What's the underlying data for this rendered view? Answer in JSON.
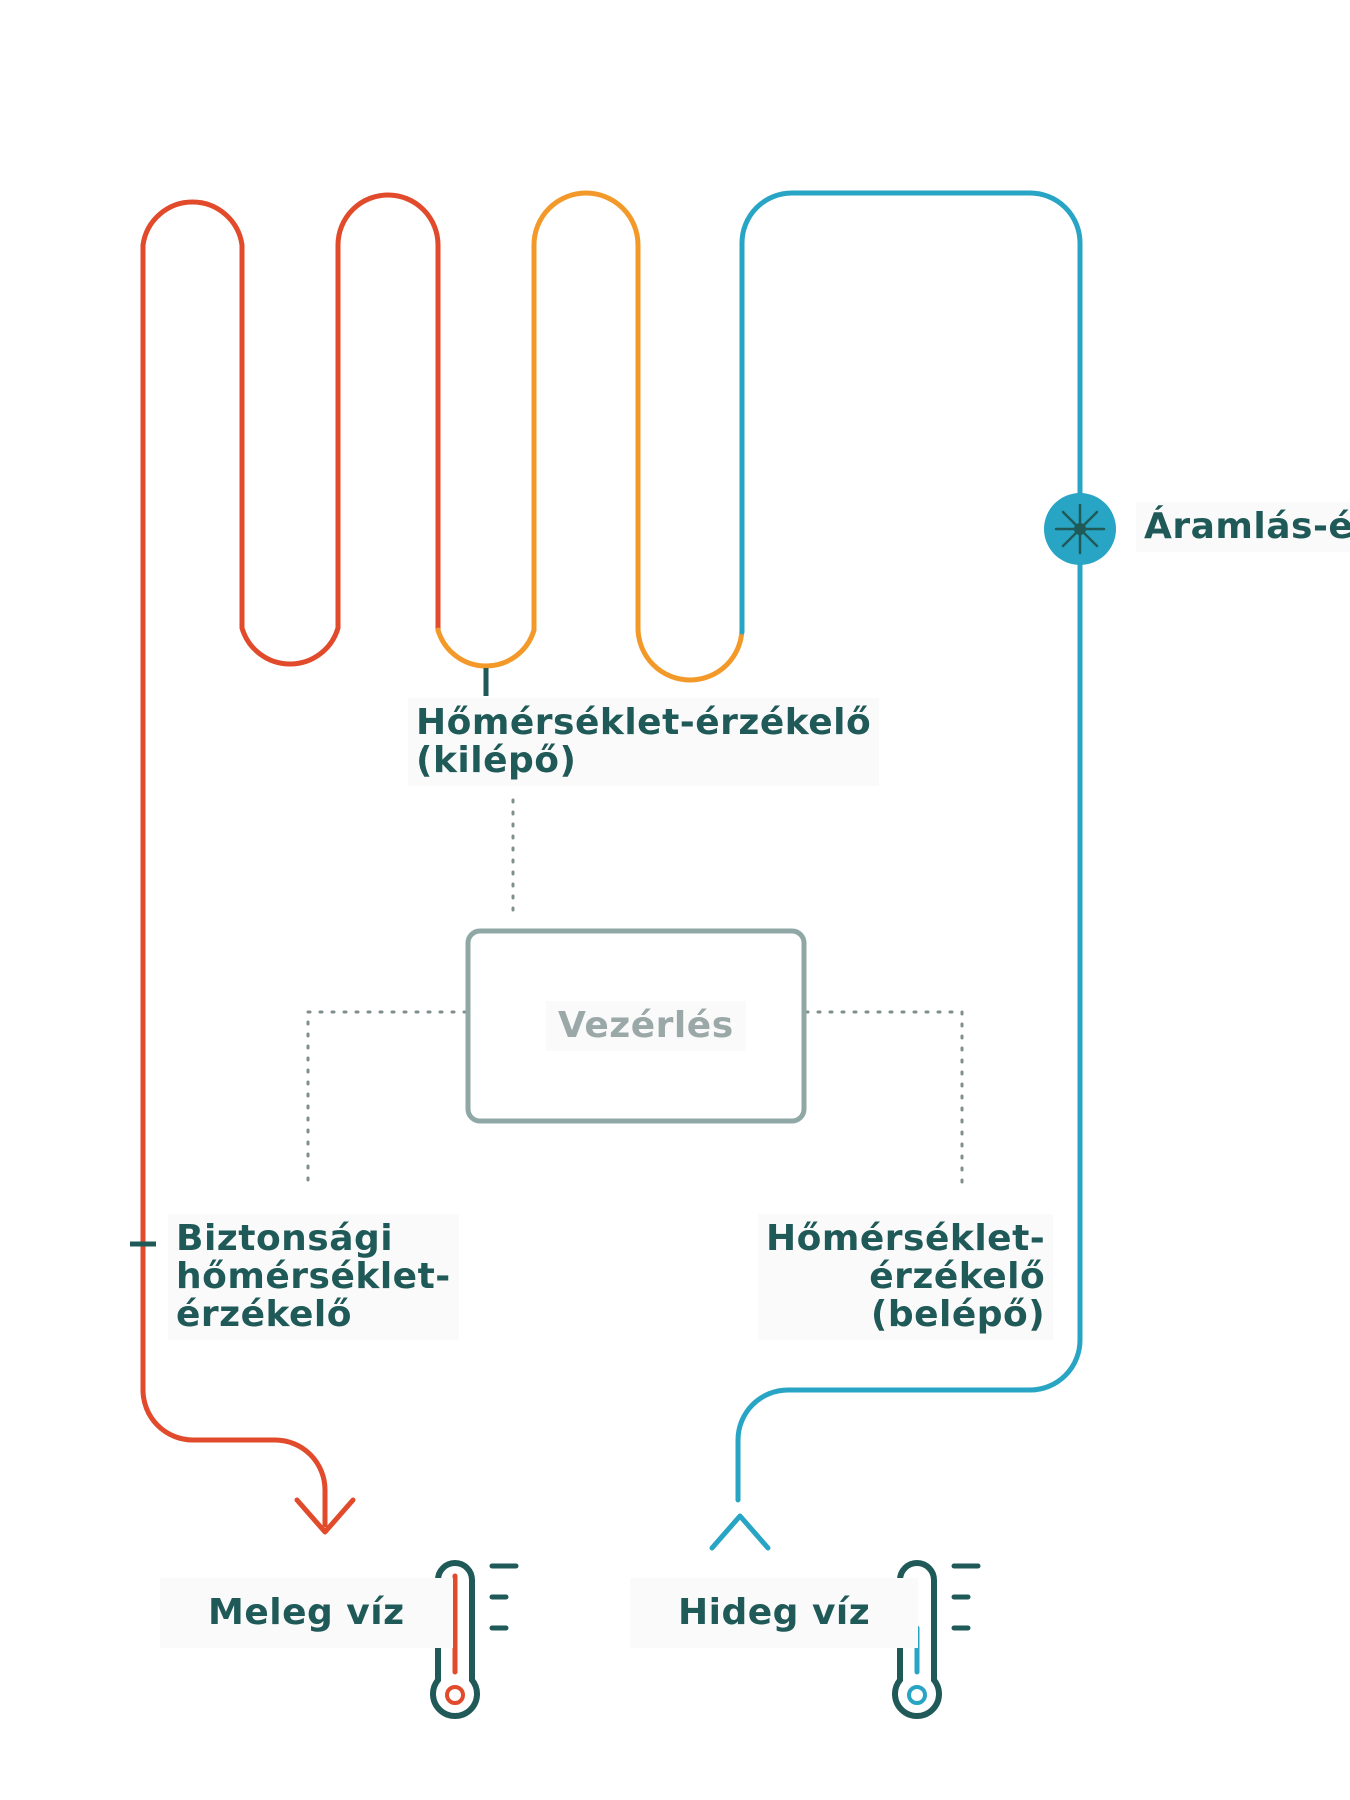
{
  "labels": {
    "outlet_sensor": [
      "Hőmérséklet-érzékelő",
      "(kilépő)"
    ],
    "flow_sensor": "Áramlás-ér",
    "control": "Vezérlés",
    "safety_sensor": [
      "Biztonsági",
      "hőmérséklet-",
      "érzékelő"
    ],
    "inlet_sensor": [
      "Hőmérséklet-",
      "érzékelő",
      "(belépő)"
    ],
    "hot_water": "Meleg víz",
    "cold_water": "Hideg víz"
  },
  "colors": {
    "hot": "#e14a2a",
    "warm": "#f2992a",
    "cold": "#28a5c4",
    "text": "#1f5a58",
    "control_box": "#8fa8a6",
    "control_text": "#9aa9a8",
    "dotted": "#7f8f8e",
    "thermometer": "#1f5a58"
  },
  "icons": [
    "thermometer-hot-icon",
    "thermometer-cold-icon",
    "flow-sensor-icon",
    "arrow-down-icon",
    "arrow-up-icon"
  ]
}
